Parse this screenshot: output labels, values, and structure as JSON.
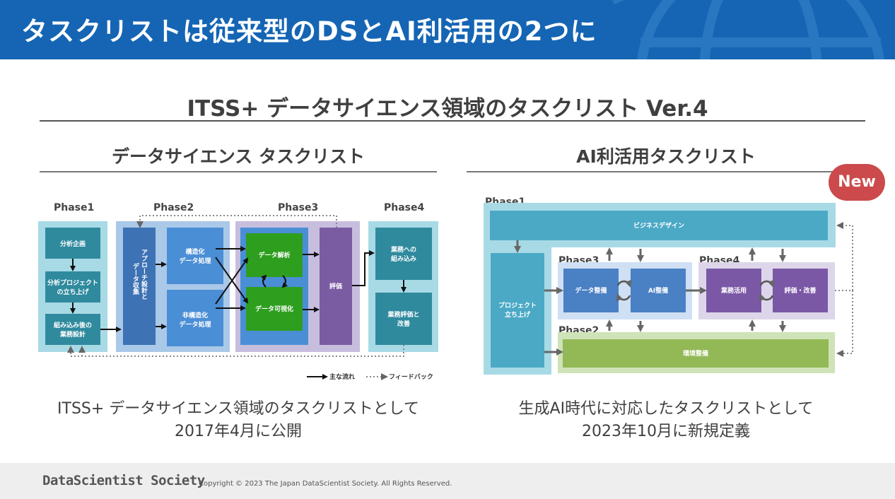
{
  "header": {
    "title": "タスクリストは従来型のDSとAI利活用の2つに"
  },
  "main_title": "ITSS+ データサイエンス領域のタスクリスト Ver.4",
  "left": {
    "title": "データサイエンス タスクリスト",
    "phases": {
      "p1": "Phase1",
      "p2": "Phase2",
      "p3": "Phase3",
      "p4": "Phase4"
    },
    "boxes": {
      "analysis_plan": "分析企画",
      "project_start_1": "分析プロジェクト",
      "project_start_2": "の立ち上げ",
      "design_1": "組み込み後の",
      "design_2": "業務設計",
      "approach_1": "アプローチ設計と",
      "approach_2": "データ収集",
      "structured_1": "構造化",
      "structured_2": "データ処理",
      "unstructured_1": "非構造化",
      "unstructured_2": "データ処理",
      "analysis": "データ解析",
      "visualize": "データ可視化",
      "evaluation": "評価",
      "embed_1": "業務への",
      "embed_2": "組み込み",
      "biz_eval_1": "業務評価と",
      "biz_eval_2": "改善"
    },
    "legend": {
      "main_flow": "主な流れ",
      "feedback": "フィードバック"
    },
    "caption_line1": "ITSS+ データサイエンス領域のタスクリストとして",
    "caption_line2": "2017年4月に公開"
  },
  "right": {
    "title": "AI利活用タスクリスト",
    "badge": "New",
    "phases": {
      "p1": "Phase1",
      "p2": "Phase2",
      "p3": "Phase3",
      "p4": "Phase4"
    },
    "boxes": {
      "business_design": "ビジネスデザイン",
      "project_start_1": "プロジェクト",
      "project_start_2": "立ち上げ",
      "data_prep": "データ整備",
      "ai_prep": "AI整備",
      "biz_use": "業務活用",
      "eval_improve": "評価・改善",
      "env_prep": "環境整備"
    },
    "caption_line1": "生成AI時代に対応したタスクリストとして",
    "caption_line2": "2023年10月に新規定義"
  },
  "footer": {
    "logo": "DataScientist Society",
    "copyright": "Copyright © 2023 The Japan DataScientist Society. All Rights Reserved."
  }
}
